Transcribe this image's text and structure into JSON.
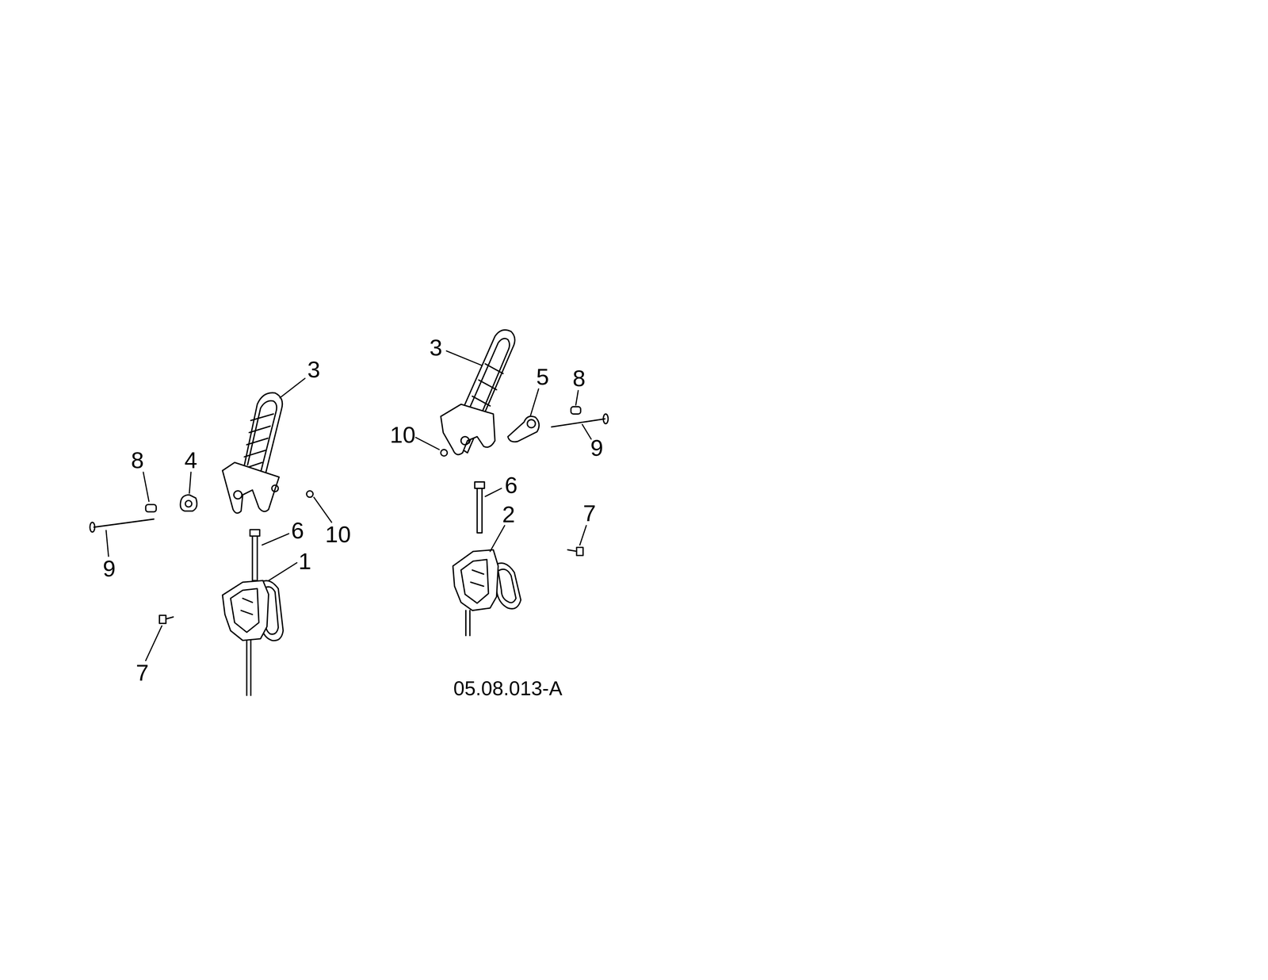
{
  "diagram": {
    "labels": [
      "3",
      "8",
      "4",
      "9",
      "6",
      "10",
      "1",
      "7",
      "3",
      "5",
      "8",
      "10",
      "9",
      "6",
      "2",
      "7",
      "05.08.013-A"
    ]
  }
}
